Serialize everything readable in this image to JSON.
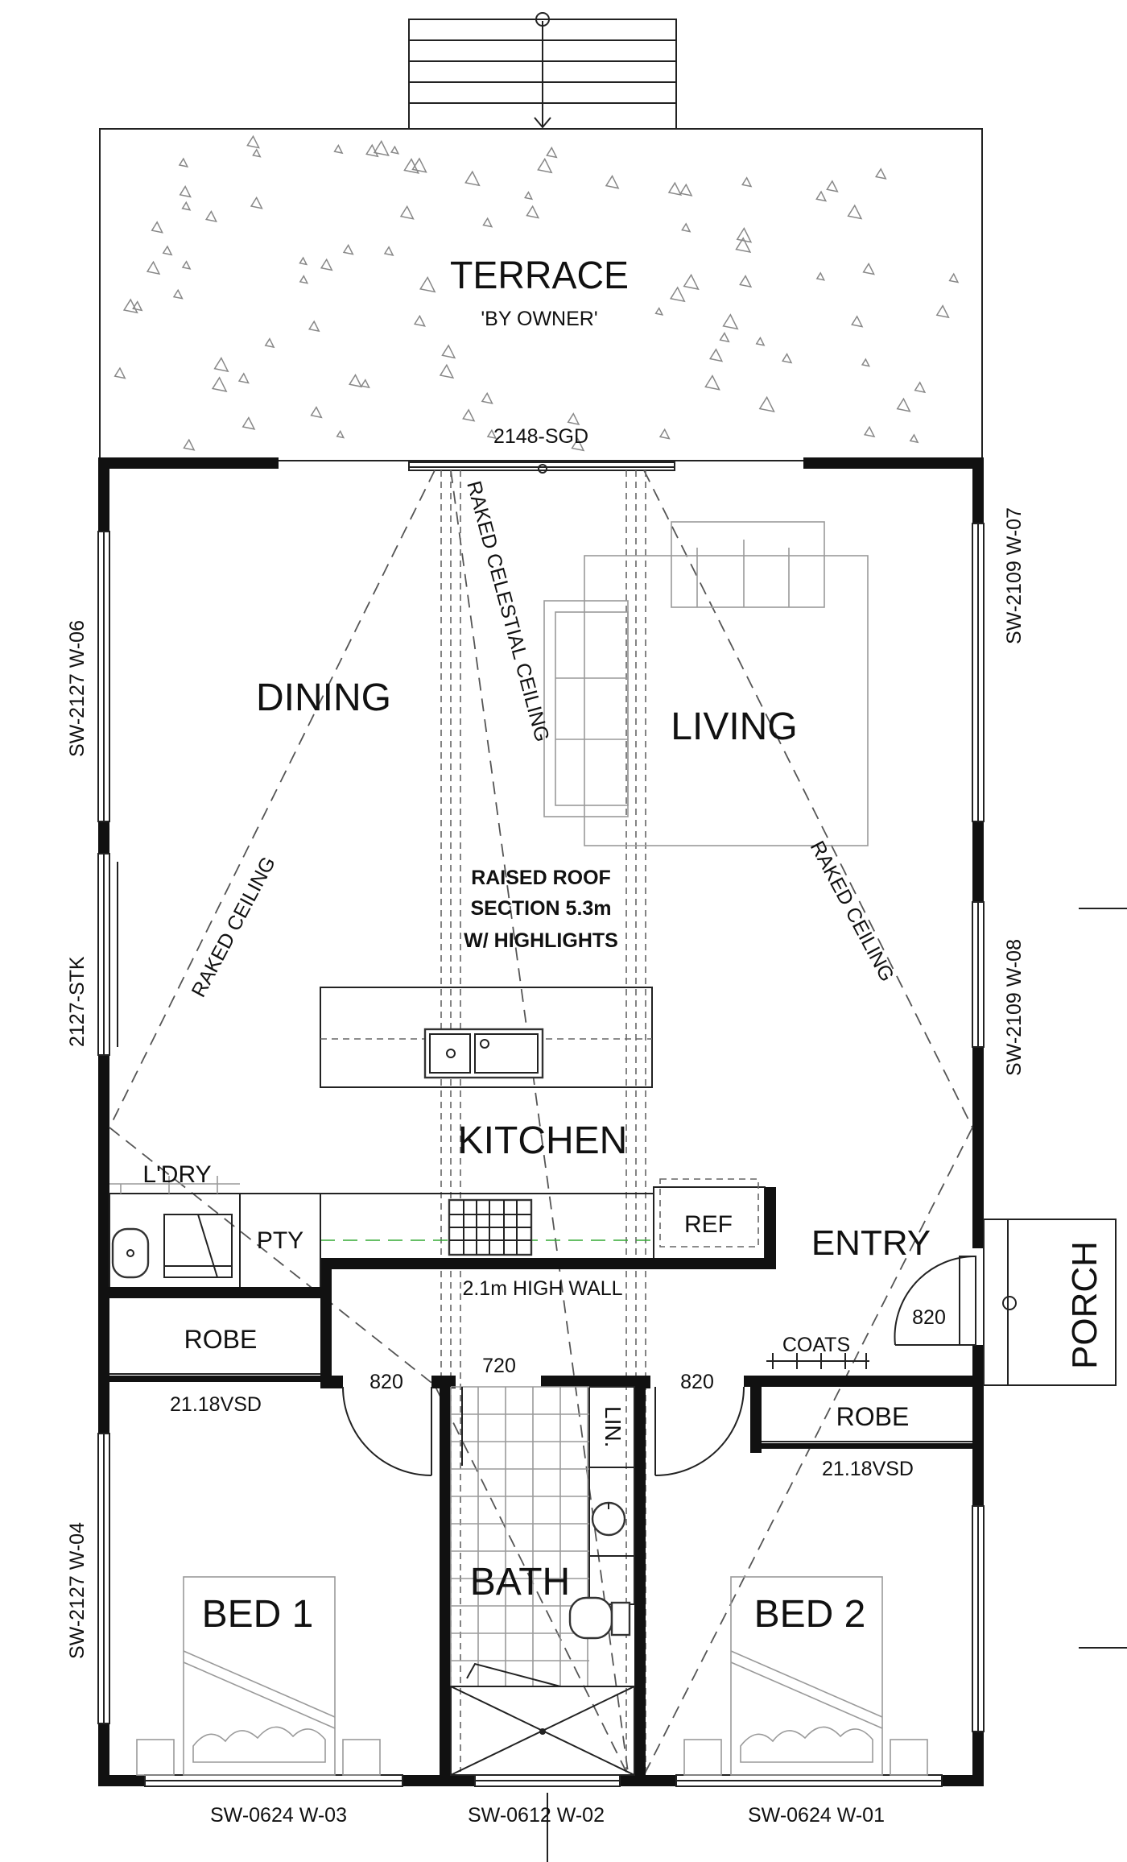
{
  "rooms": {
    "terrace": "TERRACE",
    "terrace_note": "'BY OWNER'",
    "dining": "DINING",
    "living": "LIVING",
    "kitchen": "KITCHEN",
    "laundry": "L'DRY",
    "pantry": "PTY",
    "fridge": "REF",
    "entry": "ENTRY",
    "porch": "PORCH",
    "robe_left": "ROBE",
    "robe_right": "ROBE",
    "linen": "LIN.",
    "bath": "BATH",
    "bed1": "BED 1",
    "bed2": "BED 2",
    "coats": "COATS"
  },
  "notes": {
    "raked_celestial": "RAKED CELESTIAL CEILING",
    "raked_left": "RAKED CEILING",
    "raked_right": "RAKED CEILING",
    "raised_roof_1": "RAISED ROOF",
    "raised_roof_2": "SECTION 5.3m",
    "raised_roof_3": "W/ HIGHLIGHTS",
    "high_wall": "2.1m HIGH WALL"
  },
  "openings": {
    "sgd": "2148-SGD",
    "w06": "SW-2127  W-06",
    "stk": "2127-STK",
    "w04": "SW-2127  W-04",
    "w07": "SW-2109  W-07",
    "w08": "SW-2109  W-08",
    "w03": "SW-0624  W-03",
    "w02": "SW-0612  W-02",
    "w01": "SW-0624  W-01",
    "vsd_left": "21.18VSD",
    "vsd_right": "21.18VSD",
    "door_bed1": "820",
    "door_bath": "720",
    "door_bed2": "820",
    "door_entry": "820"
  }
}
